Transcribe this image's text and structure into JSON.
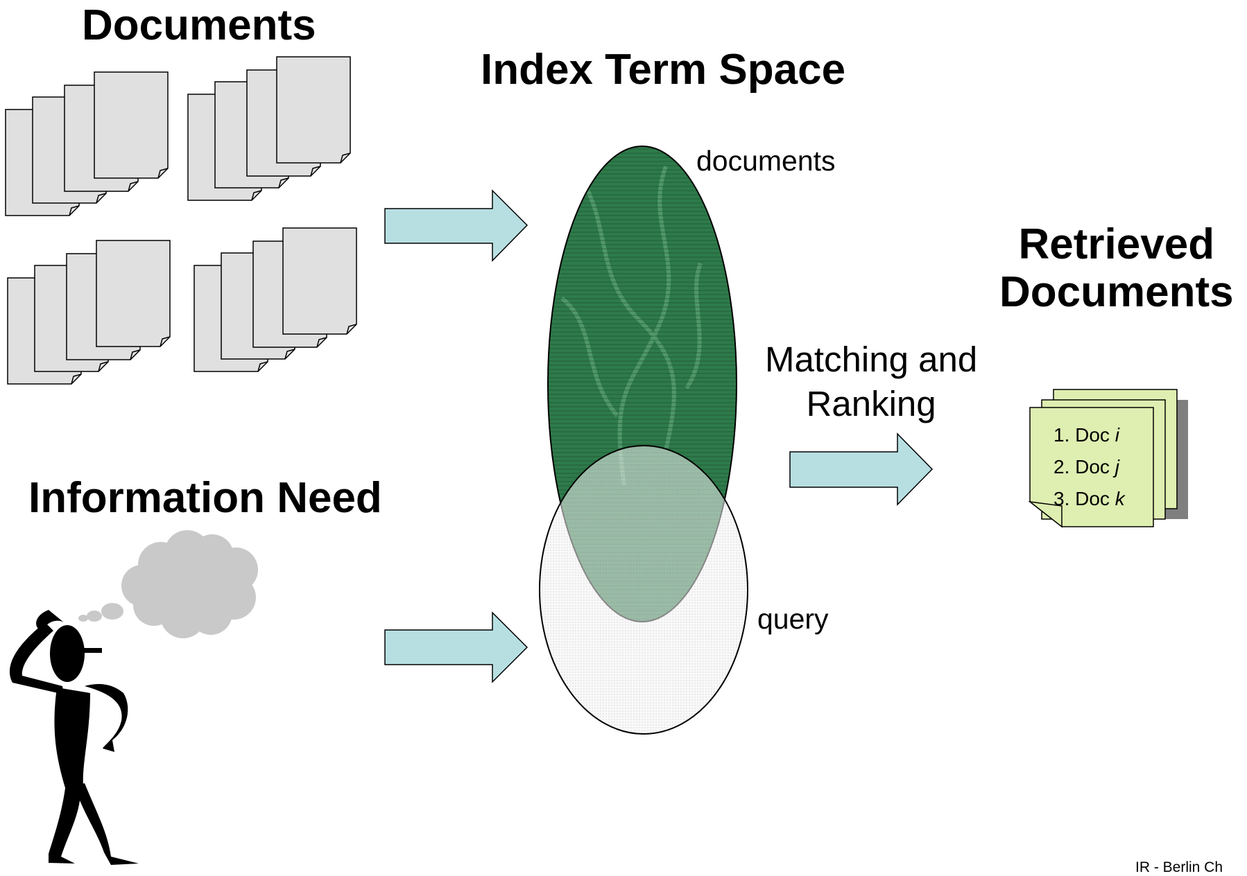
{
  "titles": {
    "documents": "Documents",
    "index_term_space": "Index Term Space",
    "retrieved_line1": "Retrieved",
    "retrieved_line2": "Documents",
    "information_need": "Information Need"
  },
  "labels": {
    "documents": "documents",
    "query": "query",
    "matching_line1": "Matching and",
    "matching_line2": "Ranking"
  },
  "ranked_list": [
    {
      "rank": "1. Doc ",
      "id": "i"
    },
    {
      "rank": "2. Doc ",
      "id": "j"
    },
    {
      "rank": "3. Doc ",
      "id": "k"
    }
  ],
  "footer": {
    "credit": "IR - Berlin Ch"
  },
  "colors": {
    "arrow_fill": "#b7dfe2",
    "document_ellipse": "#2e7a4a",
    "query_ellipse": "#f4f4f4",
    "page_fill": "#e0e0e0",
    "result_page": "#dfeeb1",
    "cloud": "#c9c9c9"
  }
}
